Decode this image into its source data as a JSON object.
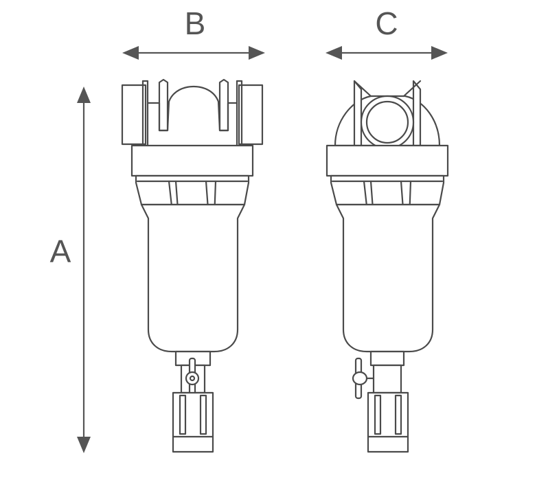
{
  "dimensions": {
    "height_label": "A",
    "front_width_label": "B",
    "side_width_label": "C"
  },
  "colors": {
    "line": "#4a4a4a",
    "dimension": "#555555",
    "background": "#ffffff"
  }
}
